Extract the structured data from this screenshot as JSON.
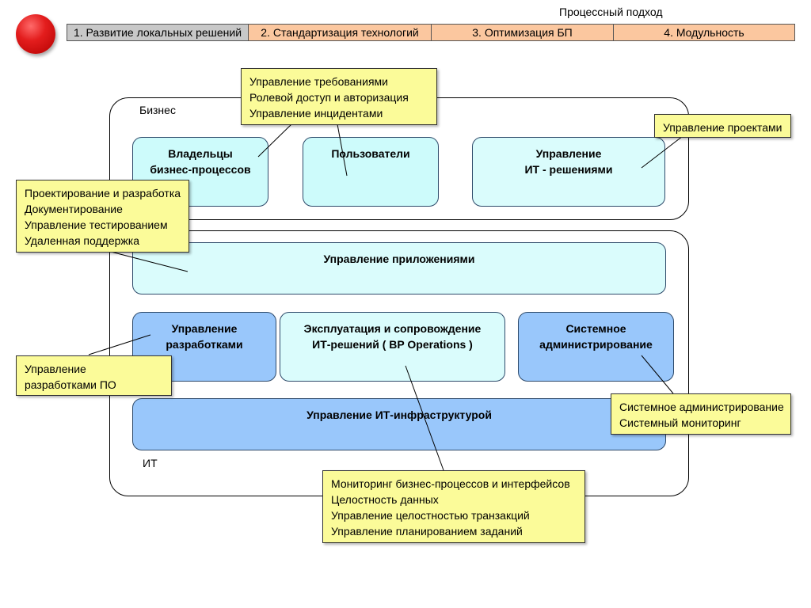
{
  "header": {
    "title": "Процессный подход"
  },
  "stages": [
    "1. Развитие локальных решений",
    "2. Стандартизация технологий",
    "3. Оптимизация БП",
    "4. Модульность"
  ],
  "sections": {
    "business": "Бизнес",
    "it": "ИТ"
  },
  "boxes": {
    "owners": [
      "Владельцы",
      "бизнес-процессов"
    ],
    "users": "Пользователи",
    "it_solutions": [
      "Управление",
      "ИТ - решениями"
    ],
    "apps": "Управление приложениями",
    "dev": [
      "Управление",
      "разработками"
    ],
    "ops": [
      "Эксплуатация и сопровождение",
      "ИТ-решений ( BP Operations )"
    ],
    "sysadmin": [
      "Системное",
      "администрирование"
    ],
    "infra": "Управление ИТ-инфраструктурой"
  },
  "notes": {
    "requirements": [
      "Управление требованиями",
      "Ролевой доступ и авторизация",
      "Управление инцидентами"
    ],
    "projects": [
      "Управление проектами"
    ],
    "design": [
      "Проектирование и разработка",
      "Документирование",
      "Управление тестированием",
      "Удаленная поддержка"
    ],
    "devsw": [
      "Управление",
      "разработками ПО"
    ],
    "sysadmin": [
      "Системное администрирование",
      "Системный мониторинг"
    ],
    "monitoring": [
      "Мониторинг бизнес-процессов и интерфейсов",
      "Целостность данных",
      "Управление целостностью транзакций",
      "Управление планированием заданий"
    ]
  }
}
